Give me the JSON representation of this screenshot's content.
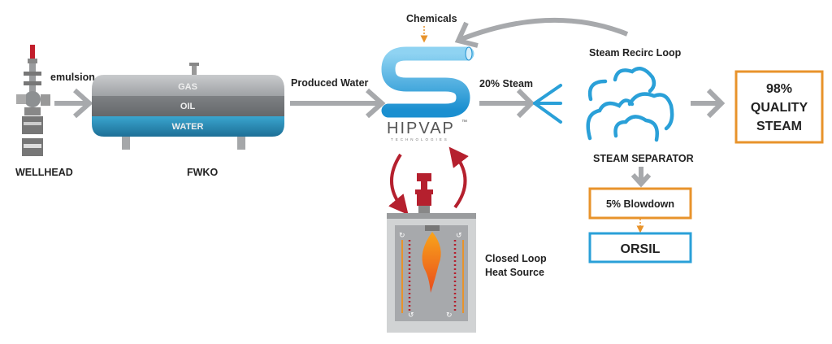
{
  "labels": {
    "wellhead": "WELLHEAD",
    "emulsion": "emulsion",
    "fwko": "FWKO",
    "gas": "GAS",
    "oil": "OIL",
    "water": "WATER",
    "produced_water": "Produced Water",
    "chemicals": "Chemicals",
    "brand": "HIPVAP",
    "brand_tm": "™",
    "brand_sub": "TECHNOLOGIES",
    "steam_20": "20% Steam",
    "steam_recirc": "Steam Recirc Loop",
    "steam_separator": "STEAM SEPARATOR",
    "blowdown": "5% Blowdown",
    "orsil": "ORSIL",
    "quality_line1": "98%",
    "quality_line2": "QUALITY",
    "quality_line3": "STEAM",
    "heat_line1": "Closed Loop",
    "heat_line2": "Heat Source"
  },
  "colors": {
    "arrow_gray": "#a7a9ac",
    "orange": "#e8932b",
    "blue": "#2aa0d8",
    "red": "#b5202e",
    "water": "#2a86b0"
  }
}
